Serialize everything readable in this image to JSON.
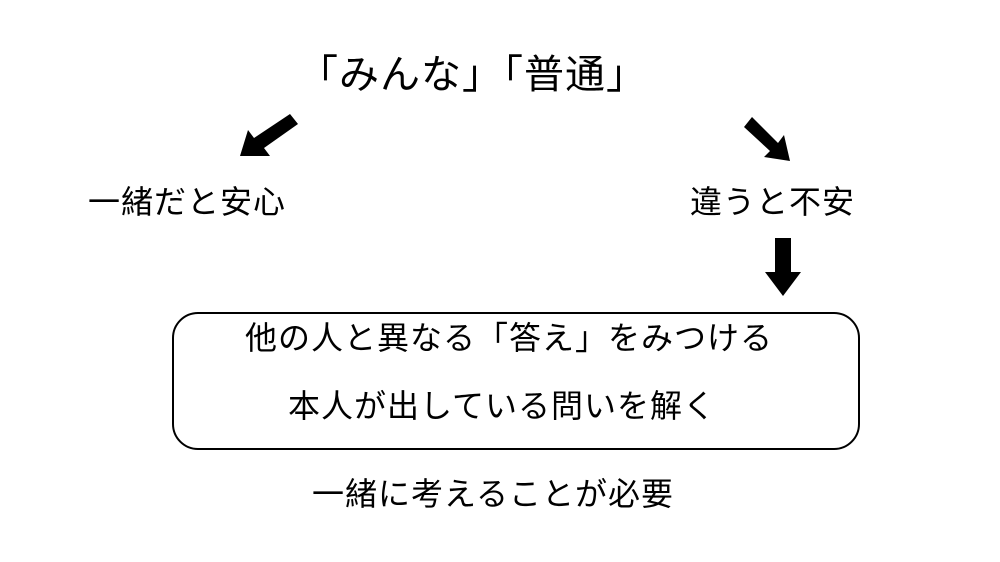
{
  "diagram": {
    "title": "「みんな」「普通」",
    "left_branch": "一緒だと安心",
    "right_branch": "違うと不安",
    "box_lines": [
      "他の人と異なる「答え」をみつける",
      "本人が出している問いを解く"
    ],
    "conclusion": "一緒に考えることが必要"
  }
}
